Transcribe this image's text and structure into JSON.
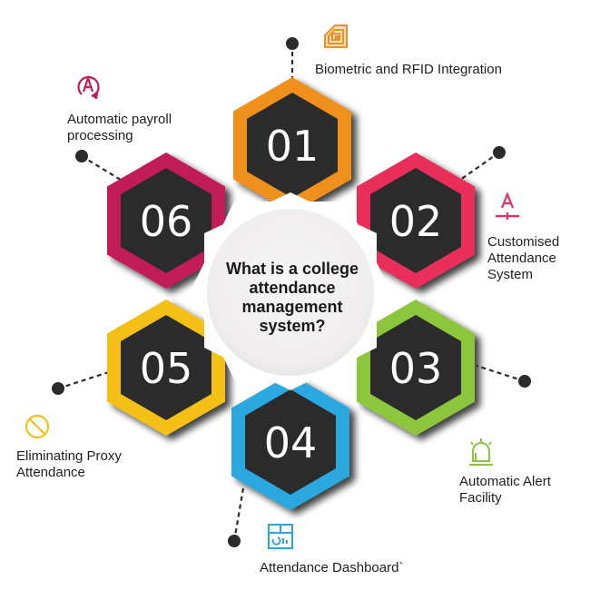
{
  "center": {
    "title": "What is a college\nattendance\nmanagement\nsystem?",
    "fill": "#f2f0f0"
  },
  "items": [
    {
      "number": "01",
      "label": "Biometric and RFID Integration",
      "color": "#f0901e",
      "icon": "rfid-chip-icon"
    },
    {
      "number": "02",
      "label": "Customised\nAttendance\nSystem",
      "color": "#ea2f5a",
      "icon": "text-customise-icon"
    },
    {
      "number": "03",
      "label": "Automatic Alert\nFacility",
      "color": "#8cc63e",
      "icon": "alarm-siren-icon"
    },
    {
      "number": "04",
      "label": "Attendance Dashboard`",
      "color": "#29a8df",
      "icon": "dashboard-icon"
    },
    {
      "number": "05",
      "label": "Eliminating Proxy\nAttendance",
      "color": "#f4c018",
      "icon": "prohibited-icon"
    },
    {
      "number": "06",
      "label": "Automatic payroll\nprocessing",
      "color": "#c21c59",
      "icon": "auto-rotate-icon"
    }
  ],
  "colors": {
    "hex_inner": "#2b2b2b",
    "connector": "#2b2b2b",
    "text": "#1f1f1f"
  }
}
